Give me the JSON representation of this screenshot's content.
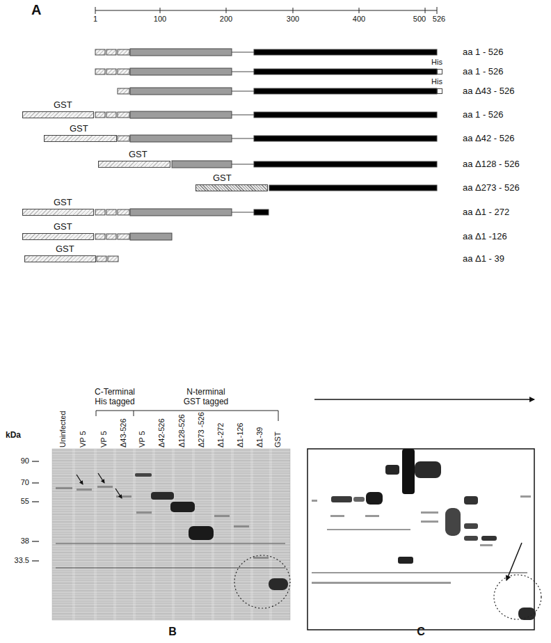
{
  "diagram": {
    "nodes": [
      {
        "text": [
          "His"
        ]
      },
      {
        "text": [
          "His"
        ]
      },
      {
        "text": [
          "GST"
        ]
      },
      {
        "text": [
          "GST"
        ]
      },
      {
        "text": [
          "GST"
        ]
      },
      {
        "text": [
          "GST"
        ]
      },
      {
        "text": [
          "GST"
        ]
      },
      {
        "text": [
          "GST"
        ]
      },
      {
        "text": [
          "GST"
        ]
      }
    ],
    "labels": [
      "A",
      "1",
      "100",
      "200",
      "300",
      "400",
      "500",
      "526",
      "aa 1 - 526",
      "aa 1 - 526",
      "aa Δ43 - 526",
      "aa 1 - 526",
      "aa Δ42 - 526",
      "aa Δ128 - 526",
      "aa Δ273 - 526",
      "aa Δ1 - 272",
      "aa Δ1 -126",
      "aa Δ1 - 39",
      "Uninfected",
      "VP 5",
      "VP 5",
      "Δ43-526",
      "VP 5",
      "Δ42-526",
      "Δ128-526",
      "Δ273 -526",
      "Δ1-272",
      "Δ1-126",
      "Δ1-39",
      "GST",
      "C-Terminal His tagged",
      "N-terminal GST tagged",
      "kDa",
      "90",
      "70",
      "55",
      "38",
      "33.5",
      "B",
      "C"
    ]
  }
}
